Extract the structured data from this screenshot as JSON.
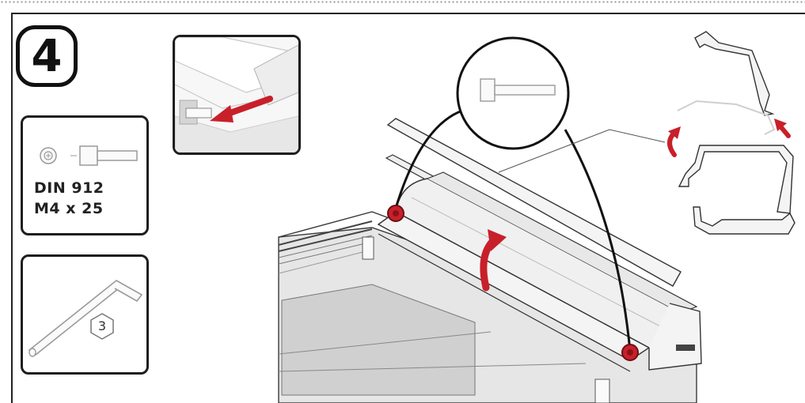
{
  "step": {
    "number": "4"
  },
  "fastener": {
    "standard": "DIN 912",
    "size": "M4 x 25"
  },
  "tool": {
    "hex_key_size": "3"
  },
  "colors": {
    "accent_red": "#c8202a",
    "outline": "#1e1e1e",
    "part_fill": "#f2f2f2"
  },
  "icons": {
    "step_badge": "step-number-badge",
    "screw": "socket-head-cap-screw-icon",
    "hex_key": "hex-key-wrench-icon",
    "insert_arrow": "insert-arrow-icon",
    "rotate_arrow": "rotate-arrow-icon",
    "screw_point": "screw-location-marker-icon"
  }
}
